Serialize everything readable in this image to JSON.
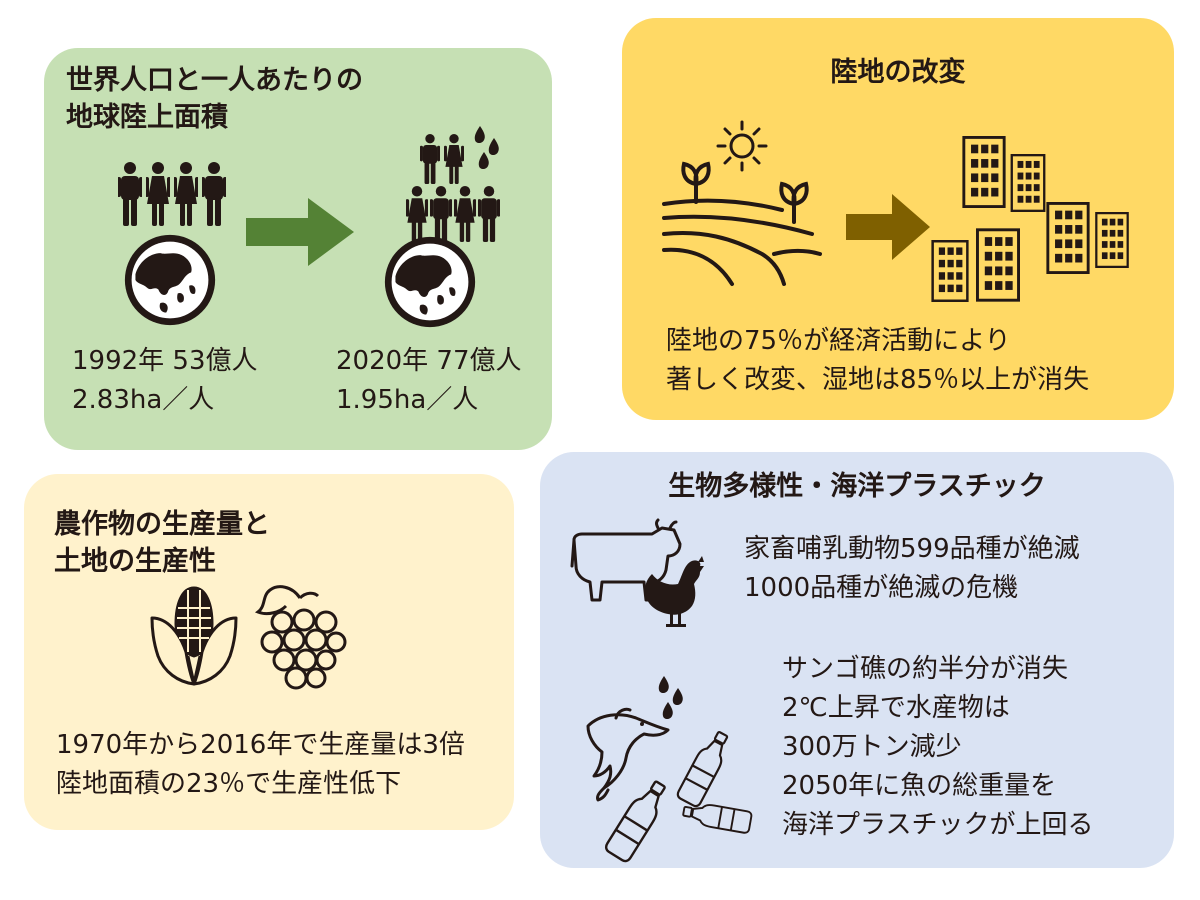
{
  "population": {
    "title_lines": [
      "世界人口と一人あたりの",
      "地球陸上面積"
    ],
    "before_lines": [
      "1992年 53億人",
      "2.83ha／人"
    ],
    "after_lines": [
      "2020年 77億人",
      "1.95ha／人"
    ],
    "background": "#c6e0b4",
    "arrow_color": "#548235"
  },
  "land": {
    "title": "陸地の改変",
    "body_lines": [
      "陸地の75％が経済活動により",
      "著しく改変、湿地は85％以上が消失"
    ],
    "background": "#ffd965",
    "arrow_color": "#7f6000"
  },
  "agriculture": {
    "title_lines": [
      "農作物の生産量と",
      "土地の生産性"
    ],
    "body_lines": [
      "1970年から2016年で生産量は3倍",
      "陸地面積の23％で生産性低下"
    ],
    "background": "#fff2cc"
  },
  "biodiversity": {
    "title": "生物多様性・海洋プラスチック",
    "livestock_lines": [
      "家畜哺乳動物599品種が絶滅",
      "1000品種が絶滅の危機"
    ],
    "ocean_lines": [
      "サンゴ礁の約半分が消失",
      "2℃上昇で水産物は",
      "300万トン減少",
      "2050年に魚の総重量を",
      "海洋プラスチックが上回る"
    ],
    "background": "#dae3f3"
  },
  "icons": [
    "people-icon",
    "globe-icon",
    "arrow-right-icon",
    "sweat-drops-icon",
    "sun-icon",
    "farmland-icon",
    "buildings-icon",
    "corn-icon",
    "grapes-icon",
    "cow-icon",
    "chicken-icon",
    "dolphin-icon",
    "plastic-bottle-icon"
  ]
}
